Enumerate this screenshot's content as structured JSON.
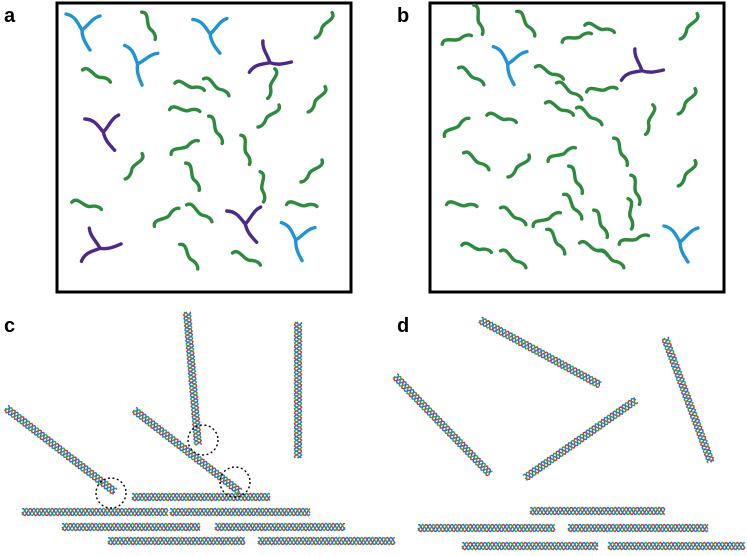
{
  "panels": [
    {
      "id": "a",
      "label": "a"
    },
    {
      "id": "b",
      "label": "b"
    },
    {
      "id": "c",
      "label": "c"
    },
    {
      "id": "d",
      "label": "d"
    }
  ],
  "colors": {
    "frame": "#000000",
    "short_fragment": "#2e8b3e",
    "branched_blue": "#1f93d6",
    "branched_purple": "#4b2a8c",
    "strand_red": "#d9342b",
    "strand_green": "#2aa84a",
    "strand_blue": "#2f6fd6",
    "contact_circle": "#000000"
  },
  "legend_items": []
}
